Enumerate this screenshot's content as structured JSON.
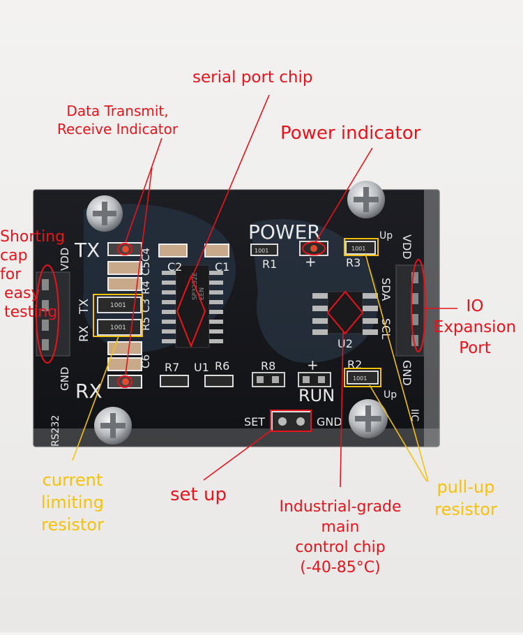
{
  "labels": {
    "serial_port_chip": "serial port chip",
    "data_indicator": [
      "Data Transmit,",
      "Receive Indicator"
    ],
    "power_indicator": "Power indicator",
    "shorting_cap": [
      "Shorting",
      "cap",
      "for",
      "easy",
      "testing"
    ],
    "io_expansion": [
      "IO",
      "Expansion",
      "Port"
    ],
    "current_limiting": [
      "current",
      "limiting",
      "resistor"
    ],
    "set_up": "set up",
    "main_chip": [
      "Industrial-grade",
      "main",
      "control chip",
      "(-40-85°C)"
    ],
    "pull_up": [
      "pull-up",
      "resistor"
    ]
  },
  "silkscreen": {
    "power": "POWER",
    "tx": "TX",
    "rx": "RX",
    "run": "RUN",
    "plus": "+",
    "up": "Up",
    "vdd": "VDD",
    "gnd": "GND",
    "sda": "SDA",
    "scl": "SCL",
    "rs232": "RS232",
    "iic": "IIC",
    "set": "SET",
    "u1": "U1",
    "u2": "U2",
    "c1": "C1",
    "c2": "C2",
    "c3": "C3",
    "c4": "C4",
    "c5": "C5",
    "c6": "C6",
    "r1": "R1",
    "r2": "R2",
    "r3": "R3",
    "r4": "R4",
    "r5": "R5",
    "r6": "R6",
    "r7": "R7",
    "r8": "R8",
    "resistor_code": "1001",
    "left_header_tx": "TX",
    "left_header_rx": "RX",
    "left_header_vdd": "VDD",
    "left_header_gnd": "GND",
    "u1_marking": [
      "SP3232E",
      "EEN"
    ]
  },
  "colors": {
    "annotation_red": "#e8131b",
    "annotation_yellow": "#f5c10a",
    "board_black": "#16171b",
    "silkscreen": "#e9e9e9"
  }
}
